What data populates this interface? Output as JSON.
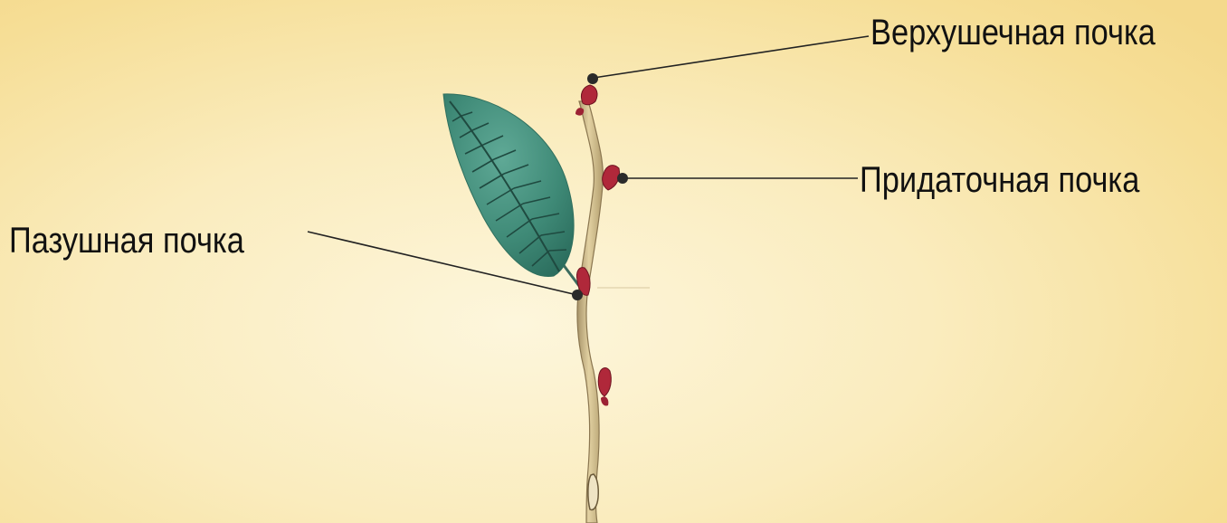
{
  "labels": {
    "apical_bud": "Верхушечная почка",
    "adventitious_bud": "Придаточная почка",
    "axillary_bud": "Пазушная почка"
  },
  "colors": {
    "background_center": "#fdf6dc",
    "background_edge": "#f4d98c",
    "stem": "#d8c493",
    "leaf": "#3e8a76",
    "bud": "#b0283a",
    "leader_line": "#222222"
  }
}
